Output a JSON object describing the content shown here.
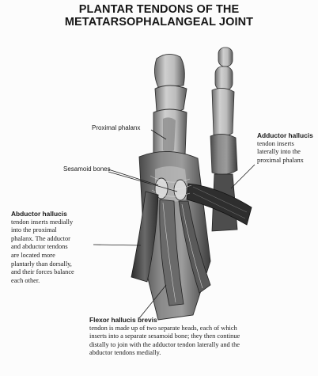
{
  "title": {
    "line1": "PLANTAR TENDONS OF THE",
    "line2": "METATARSOPHALANGEAL JOINT"
  },
  "labels": {
    "proximal_phalanx": "Proximal phalanx",
    "sesamoid_bones": "Sesamoid bones",
    "adductor": {
      "head": "Adductor hallucis",
      "lines": [
        "tendon inserts",
        "laterally into the",
        "proximal phalanx"
      ]
    },
    "abductor": {
      "head": "Abductor hallucis",
      "lines": [
        "tendon inserts medially",
        "into the proximal",
        "phalanx. The adductor",
        "and abductor tendons",
        "are located more",
        "plantarly than dorsally,",
        "and their forces balance",
        "each other."
      ]
    },
    "flexor": {
      "head": "Flexor hallucis brevis",
      "lines": [
        "tendon is made up of two separate heads, each of which",
        "inserts into a separate sesamoid bone; they then continue",
        "distally to join with the adductor tendon laterally and the",
        "abductor tendons medially."
      ]
    }
  },
  "colors": {
    "ink": "#1b1b1b",
    "bone_fill": "#a9a9a9",
    "bone_light": "#d9d9d9",
    "shadow": "#3a3a3a",
    "tendon": "#5c5c5c"
  }
}
